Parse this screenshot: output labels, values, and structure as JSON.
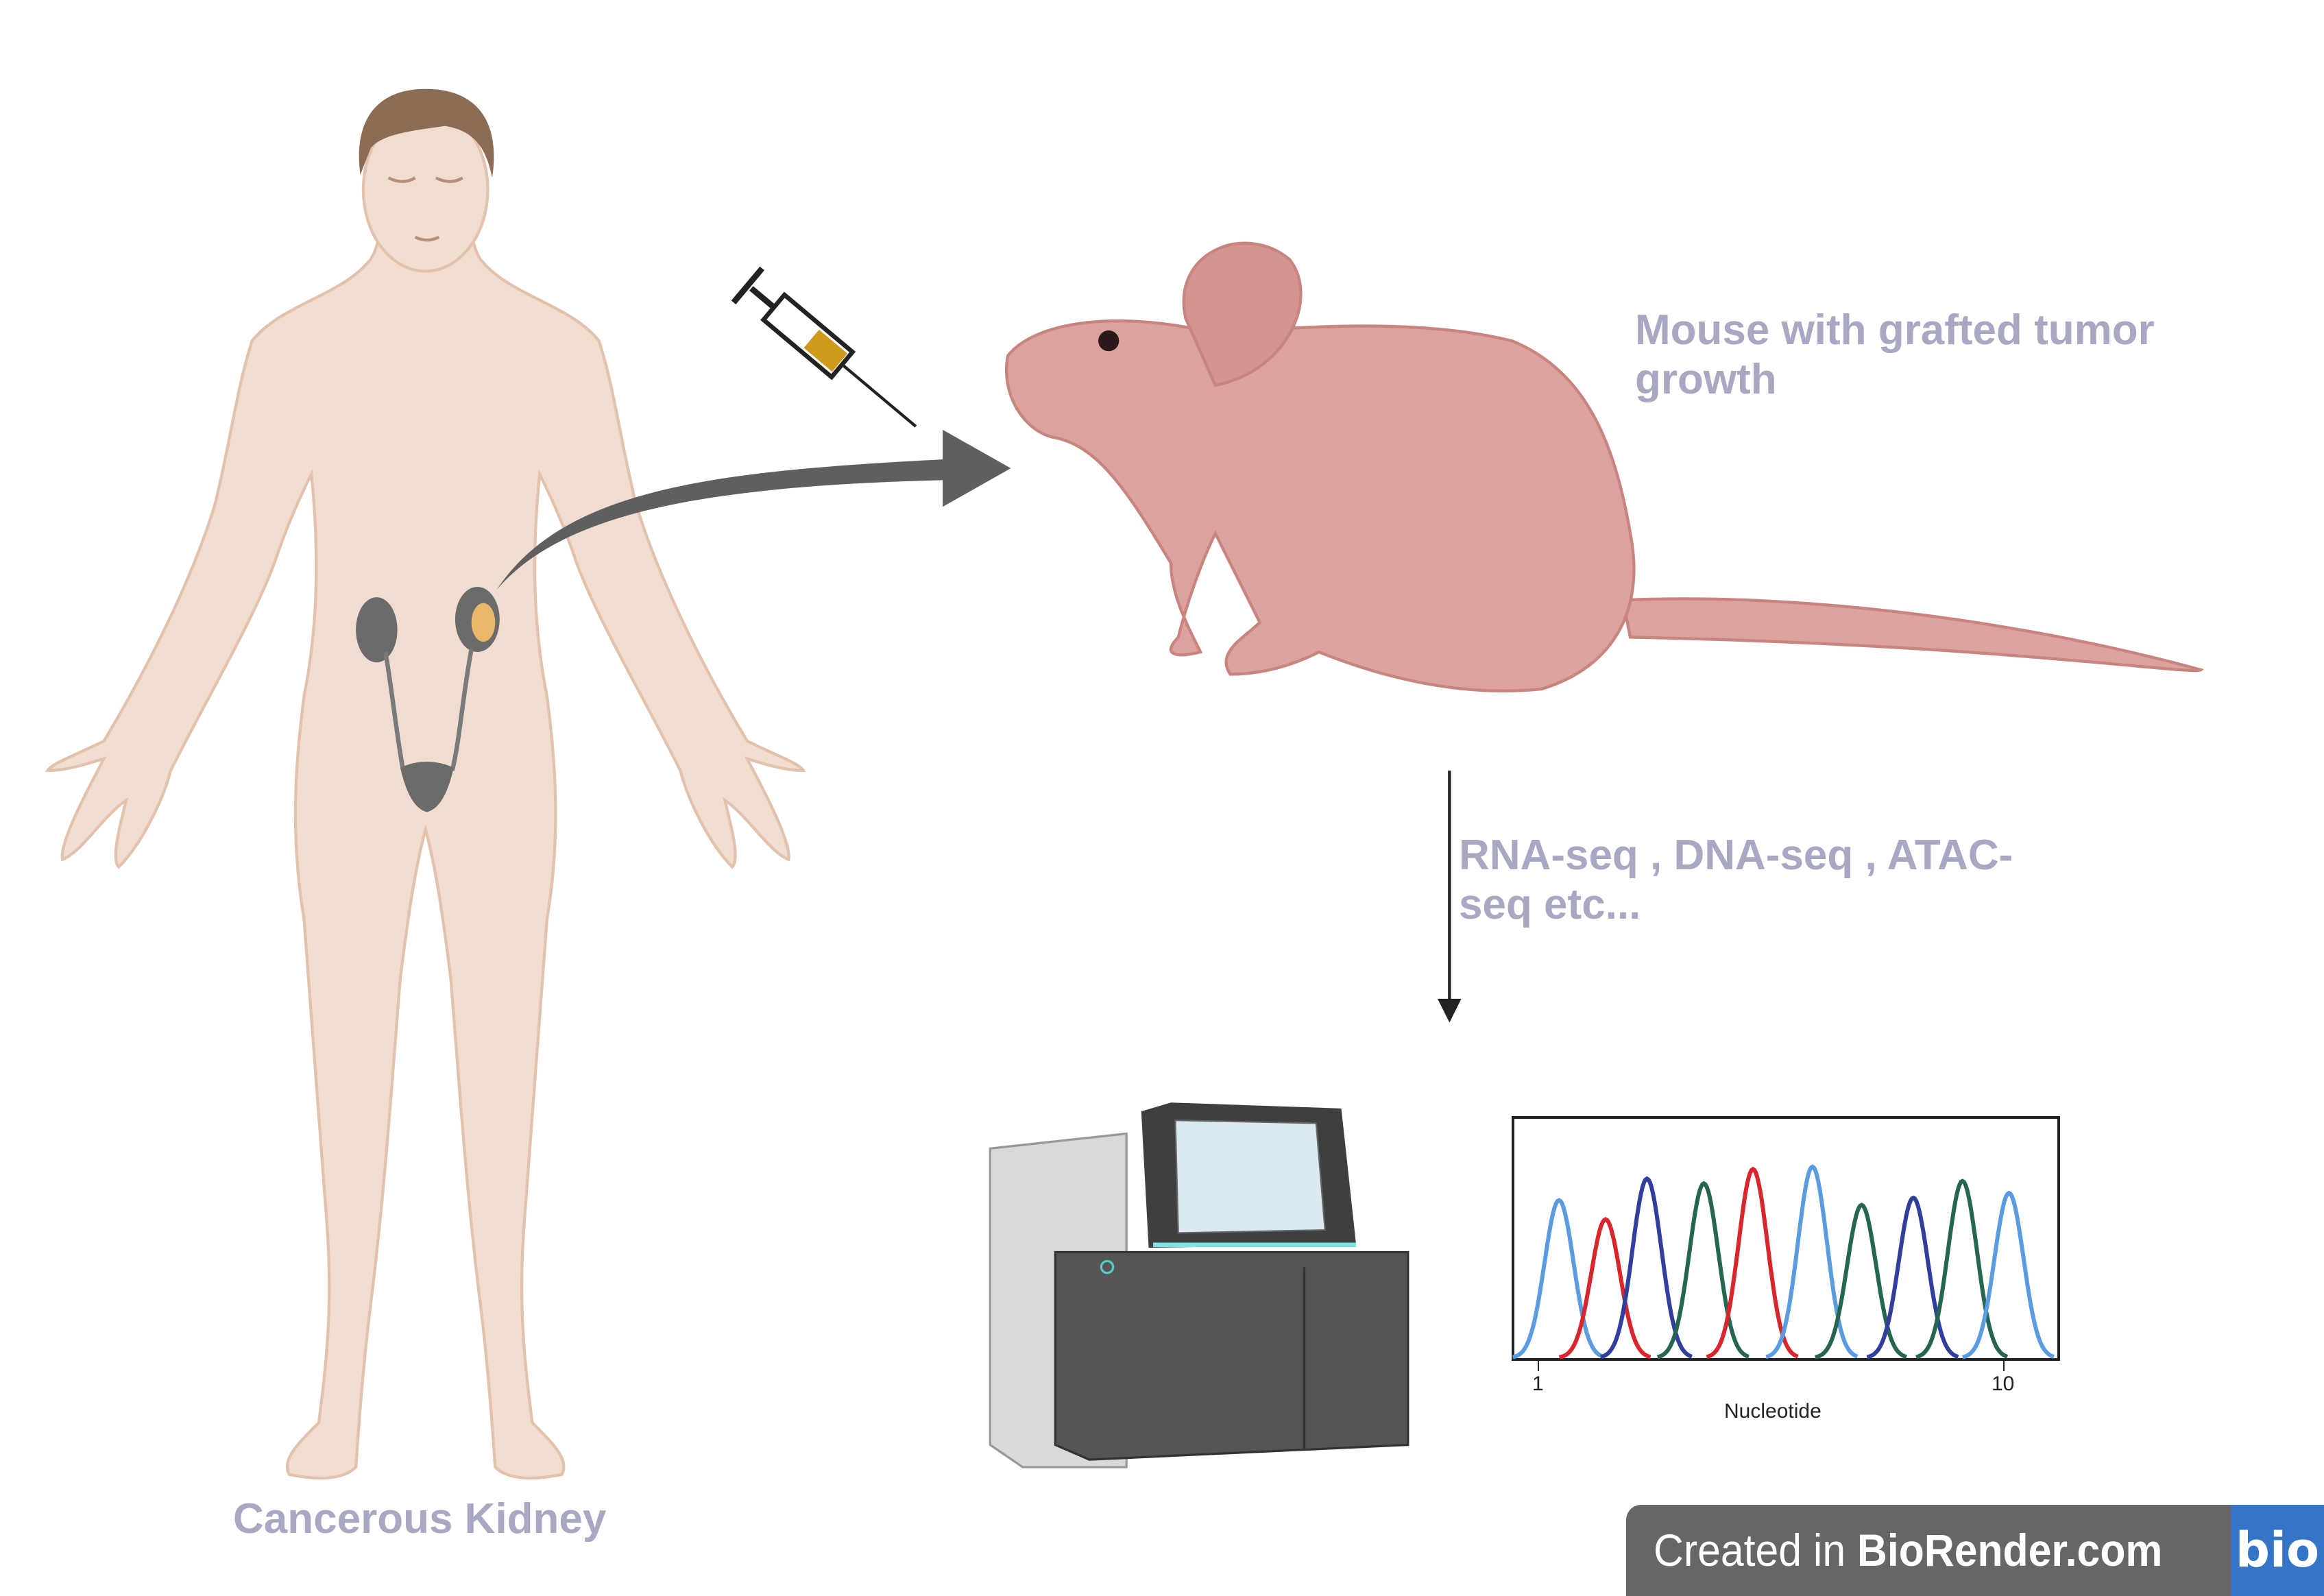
{
  "labels": {
    "mouse": "Mouse with grafted tumor growth",
    "sequencing": "RNA-seq , DNA-seq , ATAC-seq etc...",
    "human": "Cancerous Kidney"
  },
  "badge": {
    "prefix": "Created in ",
    "brand": "BioRender.com",
    "logo": "bio"
  },
  "icons": [
    "human-body-icon",
    "kidney-icon",
    "syringe-icon",
    "curved-arrow-icon",
    "mouse-icon",
    "down-arrow-icon",
    "sequencer-icon"
  ],
  "colors": {
    "label": "#a8a8c2",
    "skin": "#f1ddd0",
    "mouse": "#dca29d",
    "arrow": "#5f5f5f",
    "badge": "#666666",
    "logo": "#3575c7"
  },
  "chart_data": {
    "type": "line",
    "title": "",
    "xlabel": "Nucleotide",
    "ylabel": "",
    "xticks": [
      "1",
      "10"
    ],
    "xlim": [
      0.5,
      10.6
    ],
    "ylim": [
      0,
      1
    ],
    "grid": false,
    "peaks": [
      {
        "x": 1.4,
        "height": 0.66,
        "color": "#5b9be0"
      },
      {
        "x": 2.3,
        "height": 0.58,
        "color": "#d9252c"
      },
      {
        "x": 3.1,
        "height": 0.75,
        "color": "#323e9e"
      },
      {
        "x": 4.2,
        "height": 0.73,
        "color": "#266650"
      },
      {
        "x": 5.15,
        "height": 0.79,
        "color": "#d9252c"
      },
      {
        "x": 6.3,
        "height": 0.8,
        "color": "#5b9be0"
      },
      {
        "x": 7.25,
        "height": 0.64,
        "color": "#266650"
      },
      {
        "x": 8.25,
        "height": 0.67,
        "color": "#323e9e"
      },
      {
        "x": 9.2,
        "height": 0.74,
        "color": "#266650"
      },
      {
        "x": 10.1,
        "height": 0.69,
        "color": "#5b9be0"
      }
    ]
  }
}
